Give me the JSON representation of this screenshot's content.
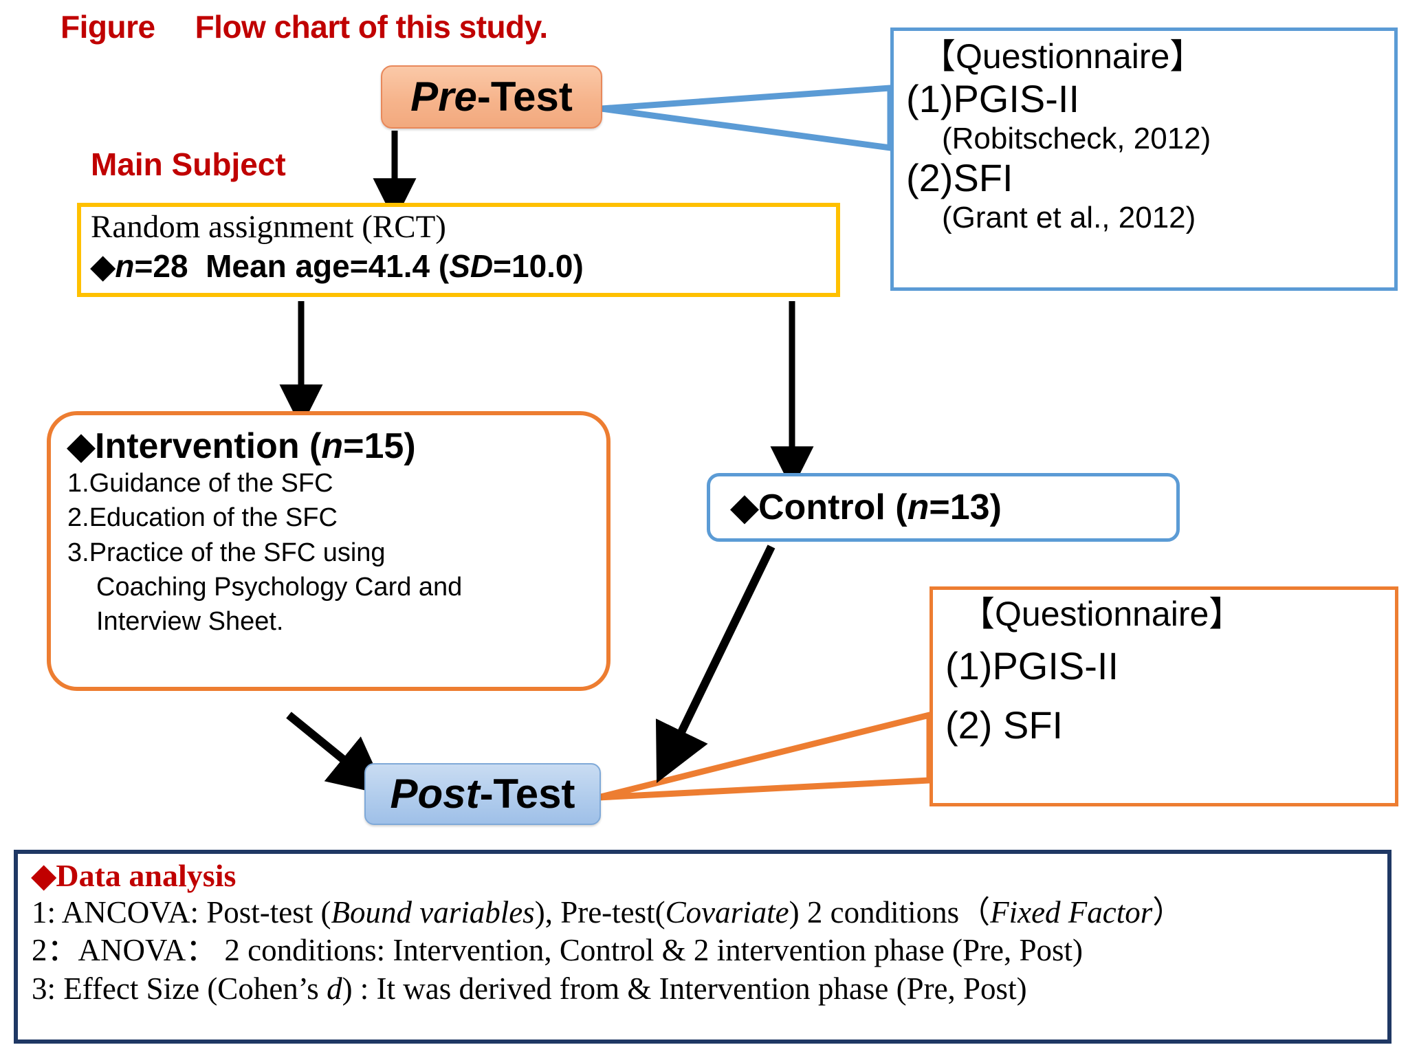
{
  "figure": {
    "label": "Figure",
    "title": "Flow chart of this study."
  },
  "labels": {
    "main_subject": "Main Subject"
  },
  "nodes": {
    "pre_test": {
      "italic_part": "Pre",
      "rest": "-Test"
    },
    "post_test": {
      "italic_part": "Post",
      "rest": "-Test"
    },
    "random_assignment": {
      "title": "Random assignment (RCT)",
      "diamond": "◆",
      "n_label": "n",
      "n_value": "=28",
      "mean_age_label": "Mean age=41.4 (",
      "sd_label": "SD",
      "sd_value": "=10.0)"
    },
    "intervention": {
      "diamond": "◆",
      "title": "Intervention (",
      "n_label": "n",
      "n_value": "=15)",
      "items": [
        "1.Guidance of the SFC",
        "2.Education of the SFC",
        "3.Practice of the SFC using"
      ],
      "continuation": [
        "Coaching Psychology Card and",
        "Interview Sheet."
      ]
    },
    "control": {
      "diamond": "◆",
      "title": "Control  (",
      "n_label": "n",
      "n_value": "=13)"
    }
  },
  "questionnaire_top": {
    "heading": "【Questionnaire】",
    "item1": "(1)PGIS-II",
    "item1_source": "(Robitscheck, 2012)",
    "item2": "(2)SFI",
    "item2_source": "(Grant et al., 2012)"
  },
  "questionnaire_bottom": {
    "heading": "【Questionnaire】",
    "item1": "(1)PGIS-II",
    "item2": "(2) SFI"
  },
  "data_analysis": {
    "diamond": "◆",
    "title": "Data analysis",
    "line1_a": "1: ANCOVA: Post-test (",
    "line1_b": "Bound variables",
    "line1_c": "),  Pre-test(",
    "line1_d": "Covariate",
    "line1_e": ") 2 conditions（",
    "line1_f": "Fixed Factor",
    "line1_g": "）",
    "line2": "2：ANOVA： 2 conditions: Intervention, Control & 2 intervention phase (Pre, Post)",
    "line3_a": "3: Effect Size (Cohen’s ",
    "line3_b": "d",
    "line3_c": ") : It was derived from & Intervention phase (Pre, Post)"
  },
  "colors": {
    "caption_red": "#C00000",
    "pre_test_fill": "#F6B48C",
    "post_test_fill": "#AFCBEC",
    "yellow_border": "#FFC000",
    "orange_border": "#ED7D31",
    "blue_border": "#5B9BD5",
    "navy_border": "#1F3864",
    "arrow_black": "#000000"
  }
}
